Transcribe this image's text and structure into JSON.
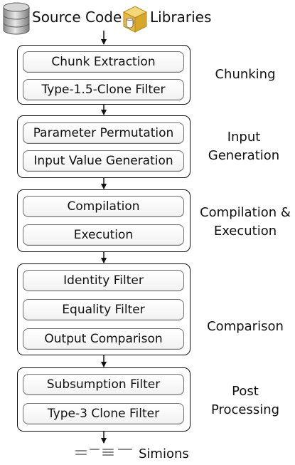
{
  "inputs": {
    "source_code": "Source Code",
    "libraries": "Libraries"
  },
  "output": {
    "label": "Simions"
  },
  "stages": [
    {
      "label": "Chunking",
      "steps": [
        "Chunk Extraction",
        "Type-1.5-Clone Filter"
      ]
    },
    {
      "label": "Input\nGeneration",
      "steps": [
        "Parameter Permutation",
        "Input Value Generation"
      ]
    },
    {
      "label": "Compilation &\nExecution",
      "steps": [
        "Compilation",
        "Execution"
      ]
    },
    {
      "label": "Comparison",
      "steps": [
        "Identity Filter",
        "Equality Filter",
        "Output Comparison"
      ]
    },
    {
      "label": "Post\nProcessing",
      "steps": [
        "Subsumption Filter",
        "Type-3 Clone Filter"
      ]
    }
  ],
  "icons": {
    "source_code": "database-icon",
    "libraries": "library-box-icon",
    "output": "equivalence-lines-icon"
  }
}
